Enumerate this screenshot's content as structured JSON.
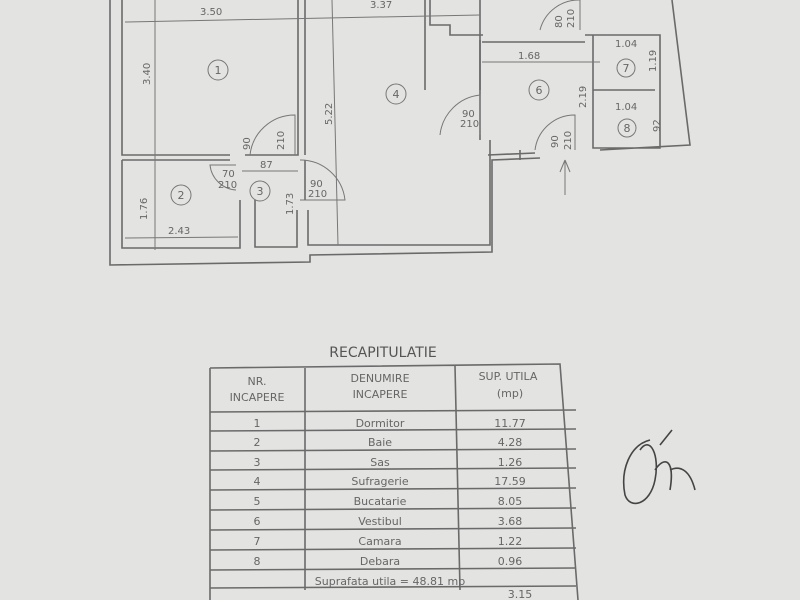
{
  "plan": {
    "dimensions": [
      "3.50",
      "3.37",
      "3.40",
      "5.22",
      "1.68",
      "1.04",
      "1.19",
      "2.19",
      "1.04",
      "92",
      "87",
      "1.76",
      "2.43",
      "1.73"
    ],
    "doors": [
      {
        "w": "90",
        "h": "210"
      },
      {
        "w": "70",
        "h": "210"
      },
      {
        "w": "90",
        "h": "210"
      },
      {
        "w": "90",
        "h": "210"
      },
      {
        "w": "90",
        "h": "210"
      },
      {
        "w": "80",
        "h": "210"
      }
    ],
    "room_numbers": [
      "1",
      "2",
      "3",
      "4",
      "6",
      "7",
      "8"
    ]
  },
  "table": {
    "title": "RECAPITULATIE",
    "headers": [
      [
        "NR.",
        "INCAPERE"
      ],
      [
        "DENUMIRE",
        "INCAPERE"
      ],
      [
        "SUP. UTILA",
        "(mp)"
      ]
    ],
    "rows": [
      {
        "nr": "1",
        "name": "Dormitor",
        "area": "11.77"
      },
      {
        "nr": "2",
        "name": "Baie",
        "area": "4.28"
      },
      {
        "nr": "3",
        "name": "Sas",
        "area": "1.26"
      },
      {
        "nr": "4",
        "name": "Sufragerie",
        "area": "17.59"
      },
      {
        "nr": "5",
        "name": "Bucatarie",
        "area": "8.05"
      },
      {
        "nr": "6",
        "name": "Vestibul",
        "area": "3.68"
      },
      {
        "nr": "7",
        "name": "Camara",
        "area": "1.22"
      },
      {
        "nr": "8",
        "name": "Debara",
        "area": "0.96"
      }
    ],
    "total": "Suprafata utila  =   48.81 mp",
    "partial_row_area": "3.15"
  }
}
